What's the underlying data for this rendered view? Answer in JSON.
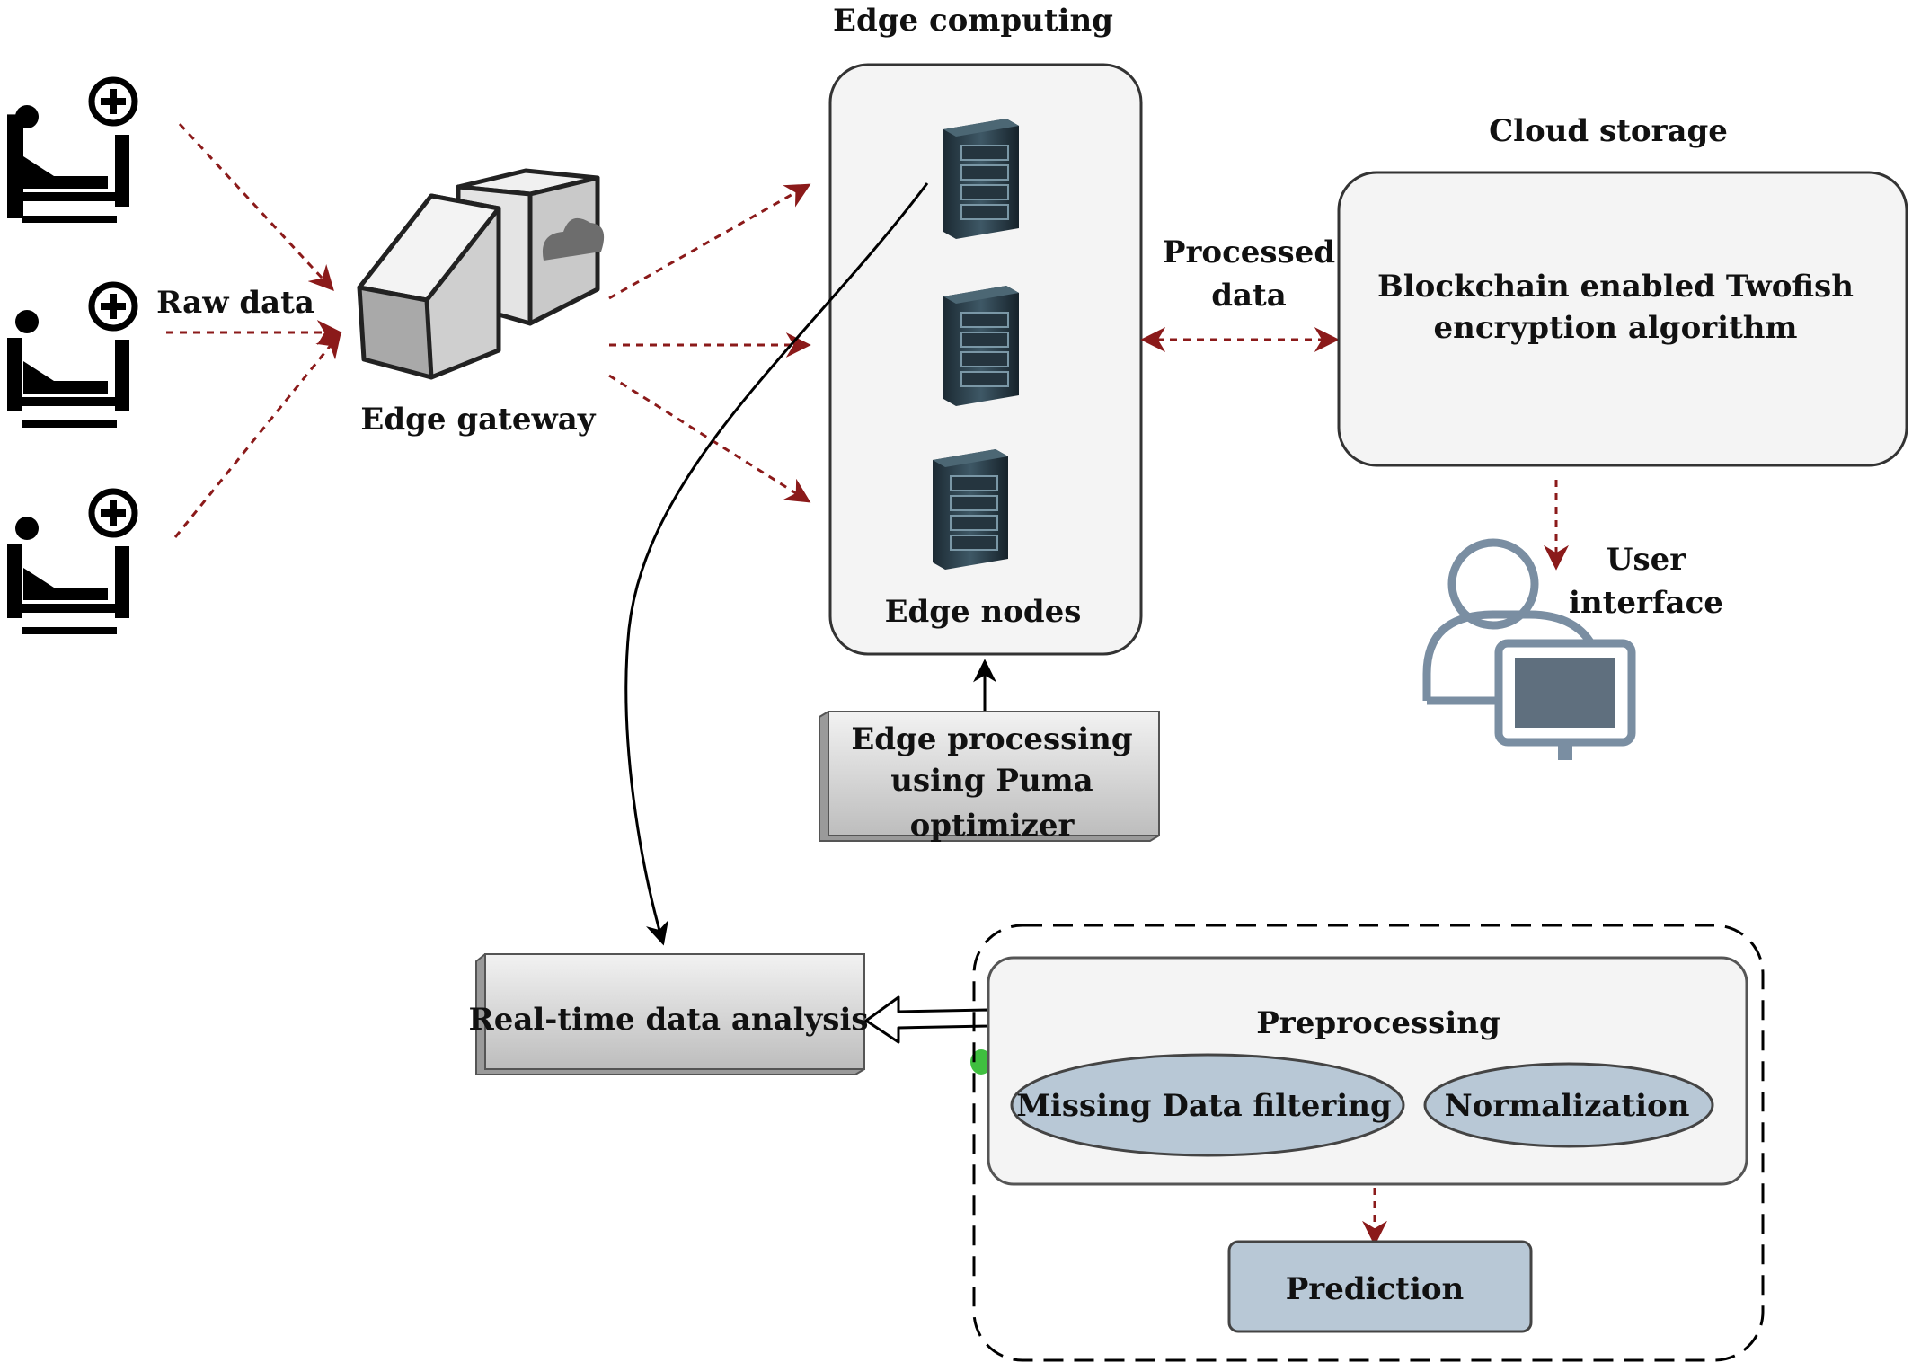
{
  "labels": {
    "raw_data": "Raw data",
    "edge_gateway": "Edge gateway",
    "edge_computing": "Edge computing",
    "edge_nodes": "Edge nodes",
    "processed_data_line1": "Processed",
    "processed_data_line2": "data",
    "cloud_storage": "Cloud storage",
    "cloud_box_line1": "Blockchain enabled Twofish",
    "cloud_box_line2": "encryption algorithm",
    "user_interface_line1": "User",
    "user_interface_line2": "interface",
    "edge_processing_line1": "Edge processing",
    "edge_processing_line2": "using Puma",
    "edge_processing_line3": "optimizer",
    "realtime_analysis": "Real-time data analysis",
    "preprocessing": "Preprocessing",
    "missing_data_filtering": "Missing Data filtering",
    "normalization": "Normalization",
    "prediction": "Prediction"
  },
  "icons": {
    "patient_bed": "patient-bed-icon",
    "gateway": "edge-gateway-icon",
    "server": "server-rack-icon",
    "user": "user-computer-icon"
  },
  "colors": {
    "dashed_arrow": "#8b1a1a",
    "ellipse_fill": "#b8c8d6",
    "prediction_fill": "#b8c8d6",
    "panel_fill": "#f4f4f4",
    "user_icon": "#7a8ea2"
  }
}
